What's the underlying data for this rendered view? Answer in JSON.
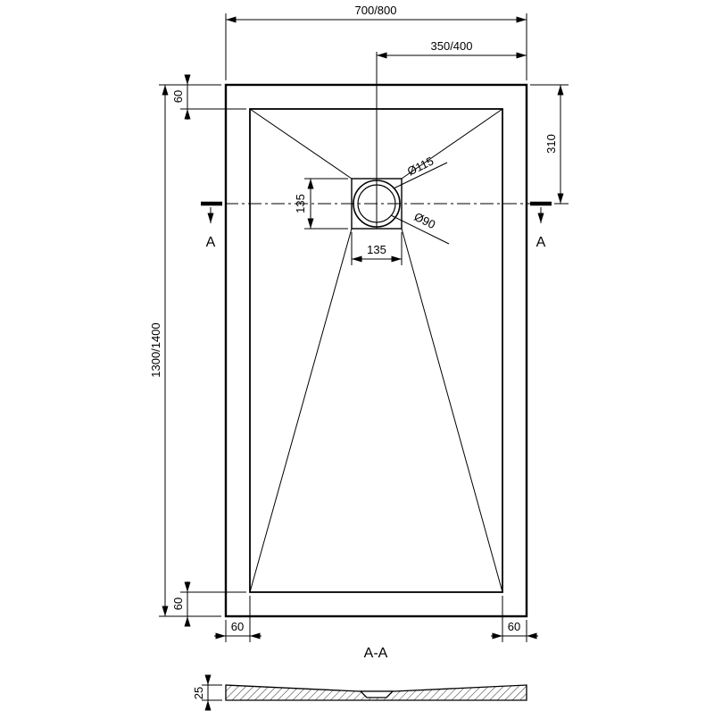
{
  "colors": {
    "background": "#ffffff",
    "line": "#000000"
  },
  "drawing": {
    "dims": {
      "overall_width": "700/800",
      "drain_offset": "350/400",
      "overall_length": "1300/1400",
      "drain_center_from_top": "310",
      "border_top": "60",
      "border_bottom": "60",
      "border_left": "60",
      "border_right": "60",
      "drain_box_width": "135",
      "drain_box_height": "135",
      "drain_outer_diameter": "Ø115",
      "drain_inner_diameter": "Ø90",
      "tray_thickness": "25"
    },
    "section": {
      "mark_left": "A",
      "mark_right": "A",
      "title": "A-A"
    }
  }
}
